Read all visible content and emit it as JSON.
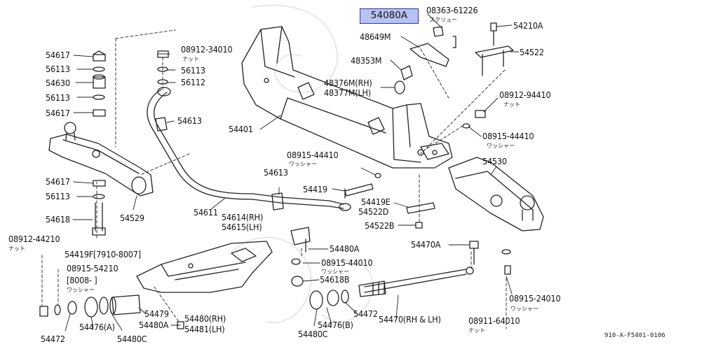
{
  "highlight_part": "54080A",
  "parts": {
    "p54080A": "54080A",
    "p08363_61226": "08363-61226",
    "sub_screw": "スクリュー",
    "p54210A": "54210A",
    "p48649M": "48649M",
    "p54522": "54522",
    "p48353M": "48353M",
    "p48376M": "48376M(RH)",
    "p48377M": "48377M(LH)",
    "p08912_94410": "08912-94410",
    "sub_nut_1": "ナット",
    "p54401": "54401",
    "p08915_44410_r": "08915-44410",
    "sub_washer_1": "ワッシャー",
    "p08915_44410_l": "08915-44410",
    "sub_washer_2": "ワッシャー",
    "p54530": "54530",
    "p54613_c": "54613",
    "p54419": "54419",
    "p54419E": "54419E",
    "p54522D": "54522D",
    "p54522B": "54522B",
    "p54470A": "54470A",
    "p54617_1": "54617",
    "p56113_1": "56113",
    "p54630": "54630",
    "p56113_2": "56113",
    "p54617_2": "54617",
    "p08912_34010": "08912-34010",
    "sub_nut_2": "ナット",
    "p56113_3": "56113",
    "p56112": "56112",
    "p54613_l": "54613",
    "p54617_3": "54617",
    "p56113_4": "56113",
    "p54618": "54618",
    "p54529": "54529",
    "p54611": "54611",
    "p54614": "54614(RH)",
    "p54615": "54615(LH)",
    "p08912_44210": "08912-44210",
    "sub_nut_3": "ナット",
    "p54419F": "54419F[7910-8007]",
    "p08915_54210": "08915-54210",
    "p8008": "[8008-     ]",
    "sub_washer_3": "ワッシャー",
    "p54480A_r": "54480A",
    "p08915_44010": "08915-44010",
    "sub_washer_4": "ワッシャー",
    "p54618B": "54618B",
    "p08915_24010": "08915-24010",
    "sub_washer_5": "ワッシャー",
    "p54479": "54479",
    "p54480RH": "54480(RH)",
    "p54481LH": "54481(LH)",
    "p54480A_b": "54480A",
    "p54476A": "54476(A)",
    "p54472_l": "54472",
    "p54480C_l": "54480C",
    "p54476B": "54476(B)",
    "p54472_r": "54472",
    "p54480C_r": "54480C",
    "p54470": "54470(RH & LH)",
    "p08911_64010": "08911-64010",
    "sub_nut_4": "ナット"
  },
  "diagram_code": "910-A-F5401-0106"
}
